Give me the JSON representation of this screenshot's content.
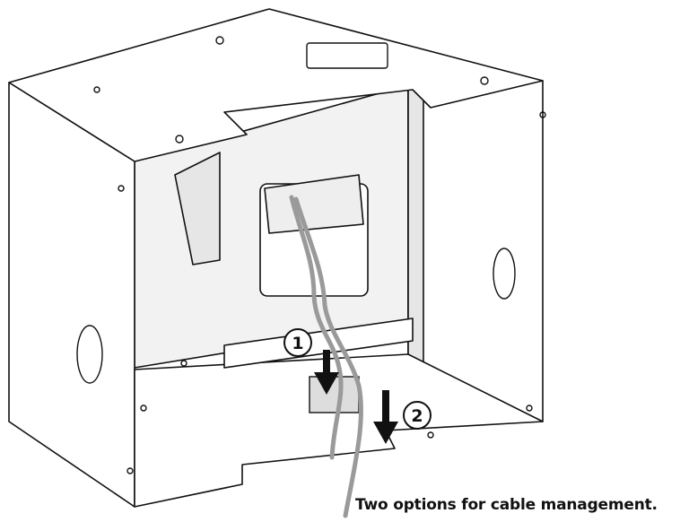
{
  "caption": "Two options for cable management.",
  "callouts": [
    {
      "number": "1",
      "option": "route cable down through floor opening"
    },
    {
      "number": "2",
      "option": "route cable down behind floor panel"
    }
  ],
  "colors": {
    "line": "#111111",
    "metal": "#ffffff",
    "shade": "#e6e6e6",
    "cable": "#9a9a9a",
    "arrow": "#111111"
  }
}
